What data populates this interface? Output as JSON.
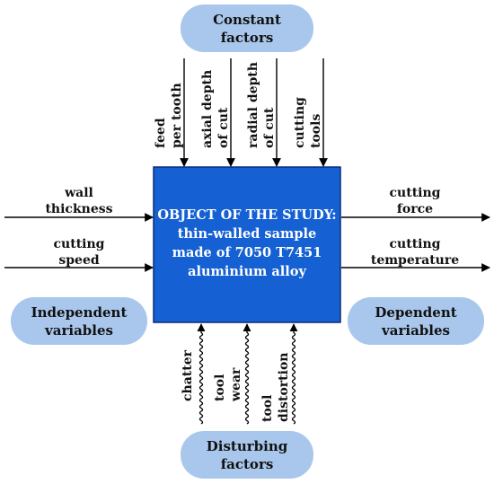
{
  "colors": {
    "box_fill": "#1560d3",
    "box_stroke": "#0a2f7a",
    "pill_fill": "#a9c7ec",
    "box_text": "#ffffff"
  },
  "pills": {
    "constant": [
      "Constant",
      "factors"
    ],
    "independent": [
      "Independent",
      "variables"
    ],
    "dependent": [
      "Dependent",
      "variables"
    ],
    "disturbing": [
      "Disturbing",
      "factors"
    ]
  },
  "object_box": {
    "lines": [
      "OBJECT OF THE STUDY:",
      "thin-walled sample",
      "made of 7050 T7451",
      "aluminium alloy"
    ]
  },
  "top_inputs": [
    [
      "feed",
      "per tooth"
    ],
    [
      "axial depth",
      "of cut"
    ],
    [
      "radial depth",
      "of cut"
    ],
    [
      "cutting",
      "tools"
    ]
  ],
  "left_inputs": [
    [
      "wall",
      "thickness"
    ],
    [
      "cutting",
      "speed"
    ]
  ],
  "right_outputs": [
    [
      "cutting",
      "force"
    ],
    [
      "cutting",
      "temperature"
    ]
  ],
  "bottom_disturbances": [
    [
      "chatter"
    ],
    [
      "tool",
      "wear"
    ],
    [
      "tool",
      "distortion"
    ]
  ]
}
